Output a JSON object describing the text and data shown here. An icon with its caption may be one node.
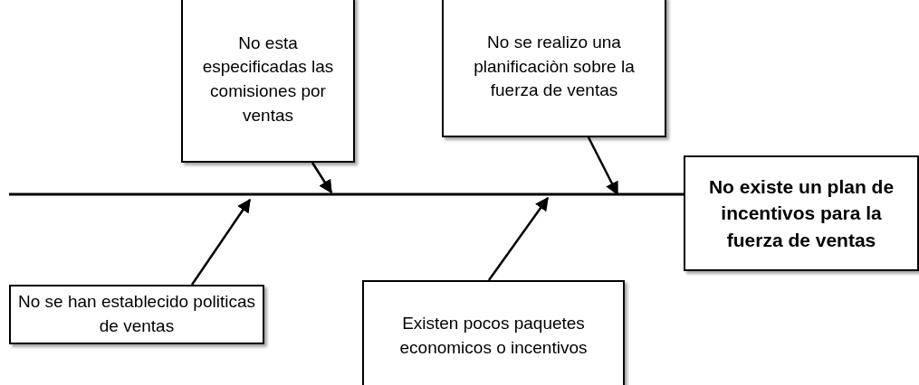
{
  "diagram": {
    "nodes": [
      {
        "text": [
          "No esta especificadas las comisiones por ventas"
        ]
      },
      {
        "text": [
          "No se realizo una planificaciòn sobre la fuerza de ventas"
        ]
      },
      {
        "text": [
          "No existe un plan de incentivos para la fuerza de ventas"
        ]
      },
      {
        "text": [
          "No se han establecido politicas de ventas"
        ]
      },
      {
        "text": [
          "Existen pocos paquetes economicos o incentivos"
        ]
      }
    ],
    "edges": [
      {
        "from": null,
        "to": 2,
        "arrow": "none"
      },
      {
        "from": 0,
        "to": null,
        "arrow": "to"
      },
      {
        "from": 1,
        "to": null,
        "arrow": "to"
      },
      {
        "from": 3,
        "to": null,
        "arrow": "to"
      },
      {
        "from": 4,
        "to": null,
        "arrow": "to"
      }
    ]
  }
}
